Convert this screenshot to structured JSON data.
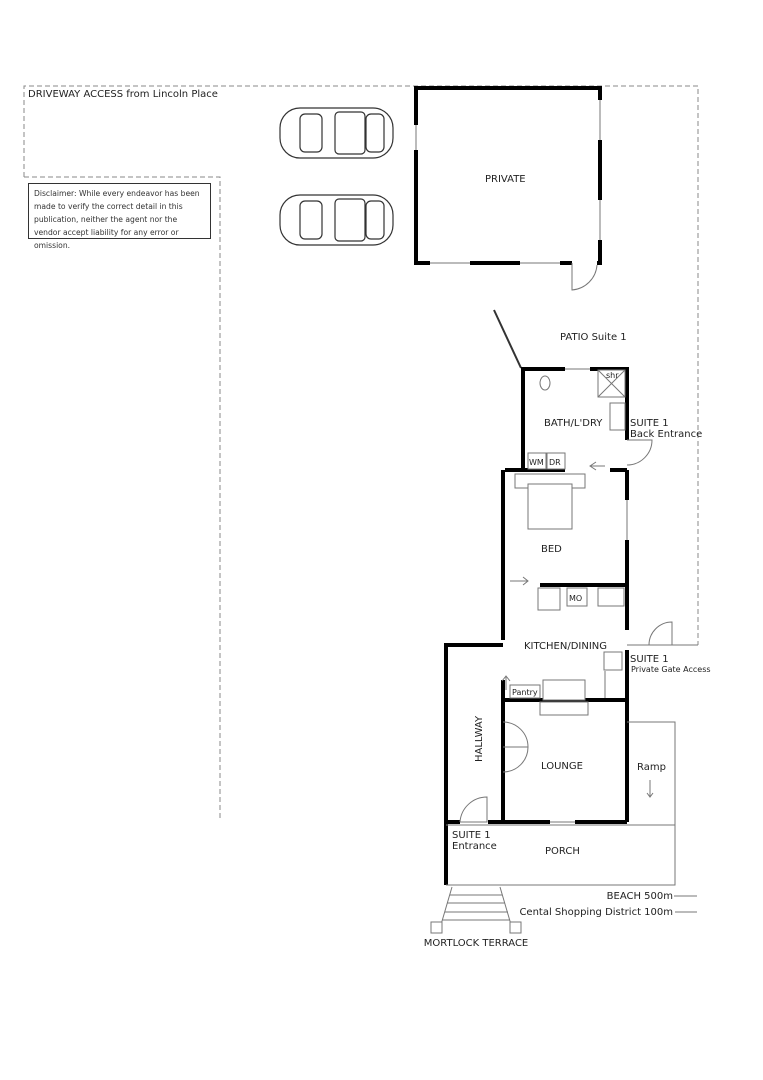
{
  "site": {
    "driveway_label": "DRIVEWAY ACCESS from Lincoln Place",
    "disclaimer": "Disclaimer: While every endeavor has been made to verify the correct detail in this publication, neither the agent nor the vendor accept liability for any error or omission.",
    "street_label": "MORTLOCK TERRACE"
  },
  "rooms": {
    "private": "PRIVATE",
    "patio": "PATIO Suite 1",
    "bath": "BATH/L'DRY",
    "bed": "BED",
    "kitchen": "KITCHEN/DINING",
    "lounge": "LOUNGE",
    "hallway": "HALLWAY",
    "porch": "PORCH",
    "ramp": "Ramp",
    "pantry": "Pantry"
  },
  "fixtures": {
    "shower": "shr",
    "washing_machine": "WM",
    "dryer": "DR",
    "microwave": "MO"
  },
  "entrances": {
    "back_line1": "SUITE 1",
    "back_line2": "Back Entrance",
    "gate_line1": "SUITE 1",
    "gate_line2": "Private Gate Access",
    "front_line1": "SUITE 1",
    "front_line2": "Entrance"
  },
  "distances": {
    "beach": "BEACH 500m",
    "shopping": "Cental Shopping District 100m"
  }
}
